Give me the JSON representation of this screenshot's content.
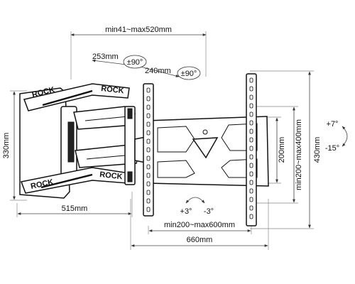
{
  "dimensions": {
    "arm_extension": "min41~max520mm",
    "first_arm": "253mm",
    "first_arm_swivel": "±90°",
    "second_arm": "240mm",
    "second_arm_swivel": "±90°",
    "wall_plate_height": "330mm",
    "arm_depth": "515mm",
    "plate_height": "430mm",
    "vesa_vertical": "min200~max400mm",
    "vertical_spacing": "200mm",
    "vesa_horizontal": "min200~max600mm",
    "plate_width": "660mm"
  },
  "tilt": {
    "up": "+7°",
    "down": "-15°"
  },
  "rotation": {
    "plus": "+3°",
    "minus": "-3°"
  },
  "branding": "ROCK"
}
